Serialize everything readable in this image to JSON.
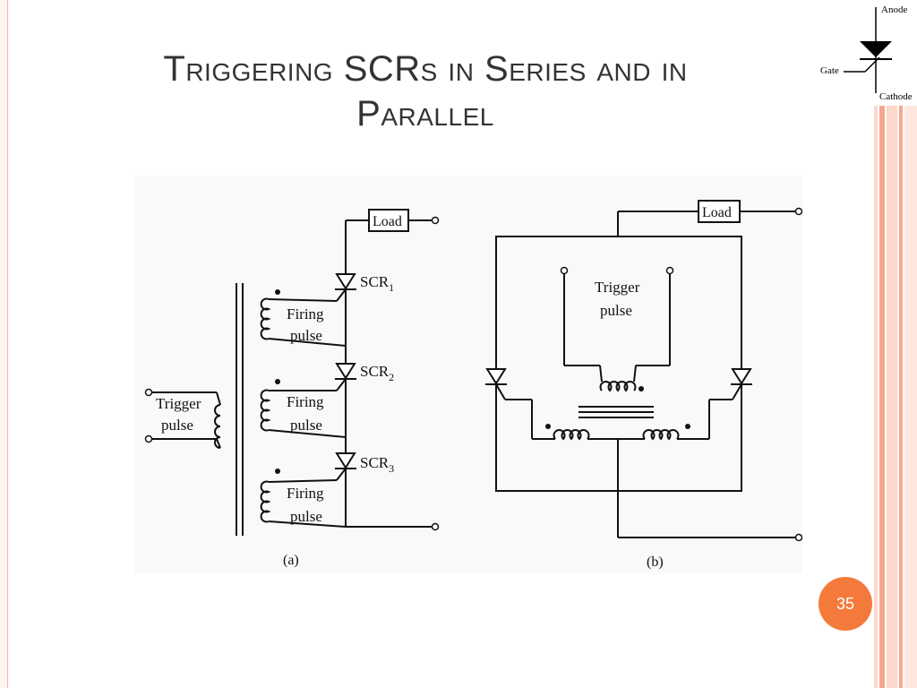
{
  "slide": {
    "title": "Triggering SCRs in Series and in Parallel",
    "page_number": "35"
  },
  "scr_symbol": {
    "anode_label": "Anode",
    "gate_label": "Gate",
    "cathode_label": "Cathode"
  },
  "diagram_a": {
    "load_label": "Load",
    "trigger_label_1": "Trigger",
    "trigger_label_2": "pulse",
    "scrs": [
      {
        "name": "SCR",
        "sub": "1",
        "firing_1": "Firing",
        "firing_2": "pulse"
      },
      {
        "name": "SCR",
        "sub": "2",
        "firing_1": "Firing",
        "firing_2": "pulse"
      },
      {
        "name": "SCR",
        "sub": "3",
        "firing_1": "Firing",
        "firing_2": "pulse"
      }
    ],
    "caption": "(a)"
  },
  "diagram_b": {
    "load_label": "Load",
    "trigger_label_1": "Trigger",
    "trigger_label_2": "pulse",
    "caption": "(b)"
  },
  "colors": {
    "accent": "#f47a3c",
    "stripe_dark": "#f4a98f",
    "stripe_light": "#fbd8cb",
    "title": "#333333"
  }
}
